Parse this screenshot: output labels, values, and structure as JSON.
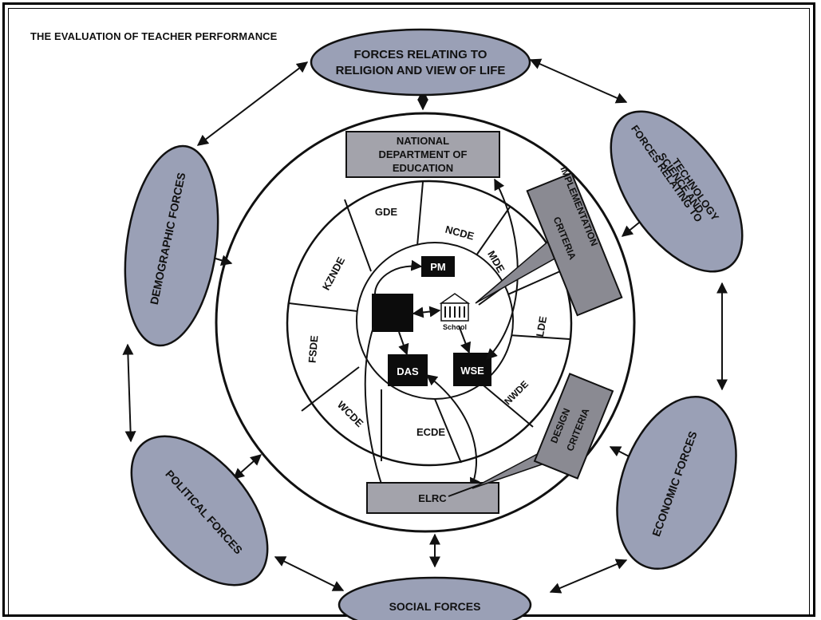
{
  "title": "THE EVALUATION OF TEACHER PERFORMANCE",
  "forces": {
    "religion_line1": "FORCES RELATING TO",
    "religion_line2": "RELIGION AND VIEW OF LIFE",
    "science_line1": "FORCES RELATING TO",
    "science_line2": "SCIENCE AND",
    "science_line3": "TECHNOLOGY",
    "demographic": "DEMOGRAPHIC FORCES",
    "political": "POLITICAL FORCES",
    "social": "SOCIAL FORCES",
    "economic": "ECONOMIC FORCES"
  },
  "boxes": {
    "nde_line1": "NATIONAL",
    "nde_line2": "DEPARTMENT OF",
    "nde_line3": "EDUCATION",
    "elrc": "ELRC",
    "impl_line1": "IMPLEMENTATION",
    "impl_line2": "CRITERIA",
    "design_line1": "DESIGN",
    "design_line2": "CRITERIA"
  },
  "provinces": {
    "gde": "GDE",
    "ncde": "NCDE",
    "mde": "MDE",
    "lde": "LDE",
    "nwde": "NWDE",
    "ecde": "ECDE",
    "wcde": "WCDE",
    "fsde": "FSDE",
    "kznde": "KZNDE"
  },
  "center": {
    "pm": "PM",
    "das": "DAS",
    "wse": "WSE",
    "school": "School"
  },
  "colors": {
    "ellipse_fill": "#9aa0b6",
    "box_fill": "#a3a3ab",
    "criteria_fill": "#8a8a92",
    "dark_box": "#0c0c0c"
  }
}
